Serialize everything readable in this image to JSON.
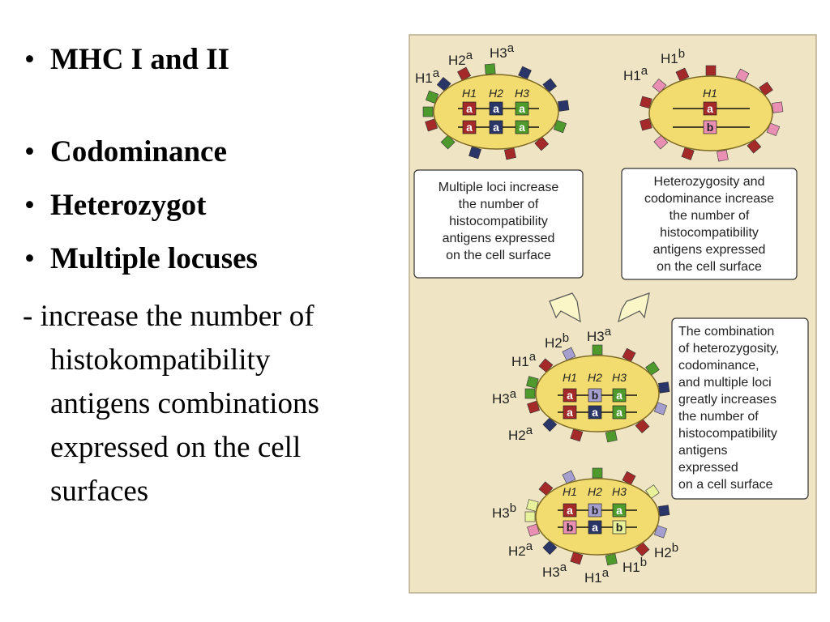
{
  "bullets": [
    "MHC I and II",
    "Codominance",
    "Heterozygot",
    "Multiple locuses"
  ],
  "bullet_symbol": "•",
  "paragraph": {
    "first_line": "- increase the number of",
    "continuation": [
      "histokompatibility",
      "antigens combinations",
      "expressed on the cell",
      "surfaces"
    ]
  },
  "figure": {
    "colors": {
      "panel": "#efe4c4",
      "cell": "#f3dc6f",
      "red": "#a42a2a",
      "navy": "#2a3568",
      "green": "#4e9a2c",
      "pink": "#e98fb4",
      "lavender": "#a59fd0",
      "yellowgreen": "#e8f29a"
    },
    "cell1": {
      "headers": [
        "H1",
        "H2",
        "H3"
      ],
      "row1": [
        "a",
        "a",
        "a"
      ],
      "row2": [
        "a",
        "a",
        "a"
      ],
      "labels": {
        "h1": "H1",
        "h1_sup": "a",
        "h2": "H2",
        "h2_sup": "a",
        "h3": "H3",
        "h3_sup": "a"
      }
    },
    "cell2": {
      "headers": [
        "H1"
      ],
      "row1": [
        "a"
      ],
      "row2": [
        "b"
      ],
      "labels": {
        "h1a": "H1",
        "h1a_sup": "a",
        "h1b": "H1",
        "h1b_sup": "b"
      }
    },
    "cell3": {
      "headers": [
        "H1",
        "H2",
        "H3"
      ],
      "row1": [
        "a",
        "b",
        "a"
      ],
      "row2": [
        "a",
        "a",
        "a"
      ],
      "labels": {
        "h1": "H1",
        "h1_sup": "a",
        "h2b": "H2",
        "h2b_sup": "b",
        "h3a_top": "H3",
        "h3a_top_sup": "a",
        "h3a_left": "H3",
        "h3a_left_sup": "a",
        "h2a": "H2",
        "h2a_sup": "a"
      }
    },
    "cell4": {
      "headers": [
        "H1",
        "H2",
        "H3"
      ],
      "row1": [
        "a",
        "b",
        "a"
      ],
      "row2": [
        "b",
        "a",
        "b"
      ],
      "labels": {
        "h3b": "H3",
        "h3b_sup": "b",
        "h2a": "H2",
        "h2a_sup": "a",
        "h3a": "H3",
        "h3a_sup": "a",
        "h1a": "H1",
        "h1a_sup": "a",
        "h1b": "H1",
        "h1b_sup": "b",
        "h2b": "H2",
        "h2b_sup": "b"
      }
    },
    "box1": [
      "Multiple loci increase",
      "the number of",
      "histocompatibility",
      "antigens expressed",
      "on the cell surface"
    ],
    "box2": [
      "Heterozygosity and",
      "codominance increase",
      "the number of",
      "histocompatibility",
      "antigens expressed",
      "on the cell surface"
    ],
    "box3": [
      "The combination",
      "of heterozygosity,",
      "codominance,",
      "and multiple loci",
      "greatly increases",
      "the number of",
      "histocompatibility",
      "antigens",
      "expressed",
      "on a cell surface"
    ]
  }
}
